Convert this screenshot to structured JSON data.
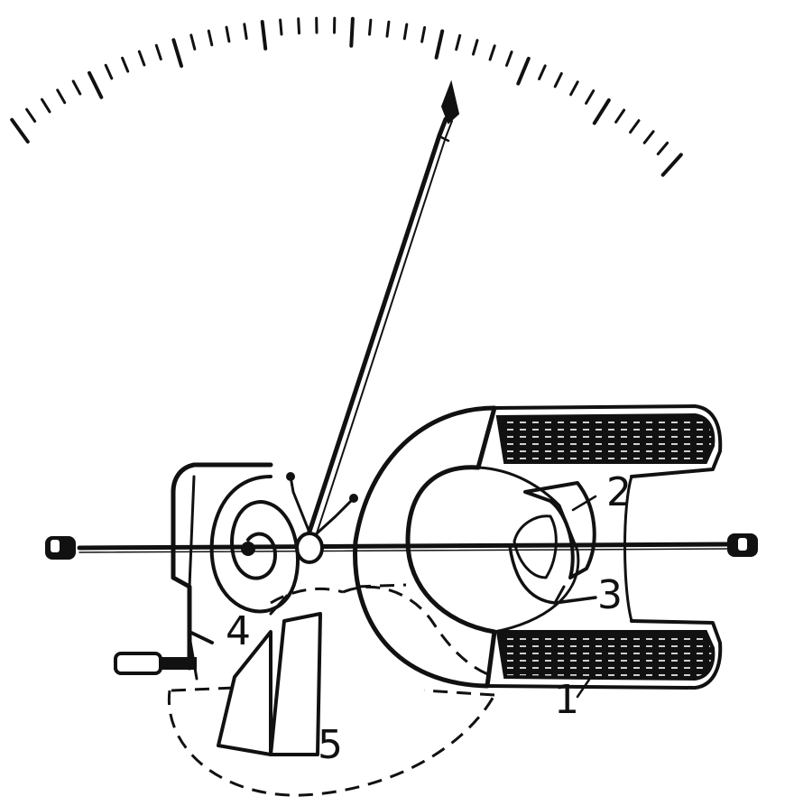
{
  "diagram": {
    "labels": {
      "part_1": "1",
      "part_2": "2",
      "part_3": "3",
      "part_4": "4",
      "part_5": "5"
    },
    "colors": {
      "ink": "#111111",
      "paper": "#ffffff"
    }
  }
}
